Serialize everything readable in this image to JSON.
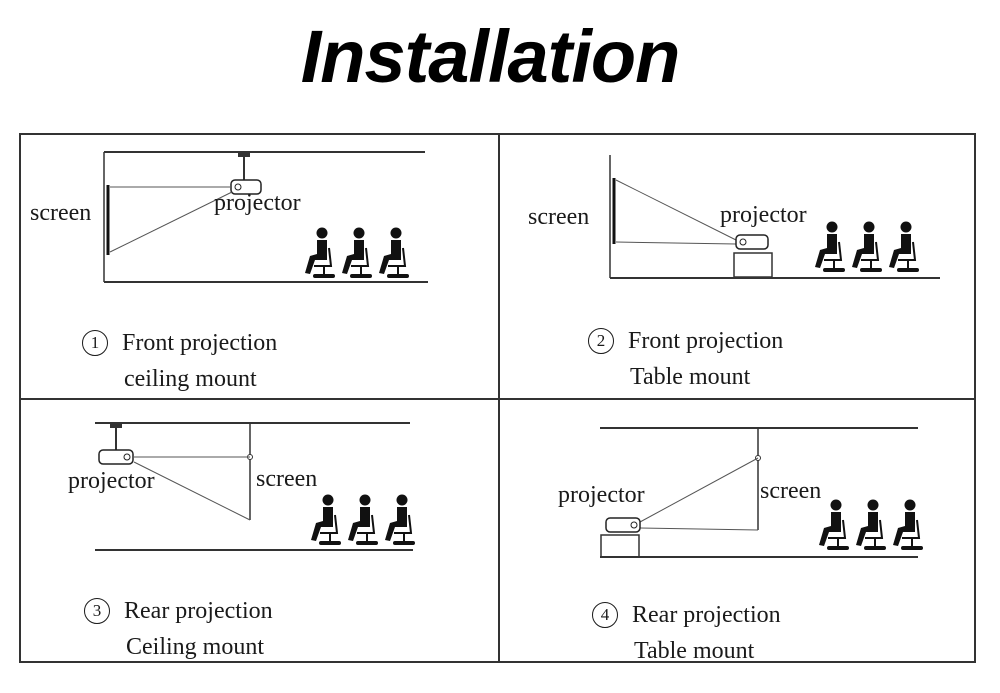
{
  "title": "Installation",
  "panels": [
    {
      "number": "1",
      "screen_label": "screen",
      "projector_label": "projector",
      "caption_line1": "Front projection",
      "caption_line2": "ceiling mount"
    },
    {
      "number": "2",
      "screen_label": "screen",
      "projector_label": "projector",
      "caption_line1": "Front projection",
      "caption_line2": "Table mount"
    },
    {
      "number": "3",
      "screen_label": "screen",
      "projector_label": "projector",
      "caption_line1": "Rear projection",
      "caption_line2": "Ceiling mount"
    },
    {
      "number": "4",
      "screen_label": "screen",
      "projector_label": "projector",
      "caption_line1": "Rear projection",
      "caption_line2": "Table mount"
    }
  ]
}
